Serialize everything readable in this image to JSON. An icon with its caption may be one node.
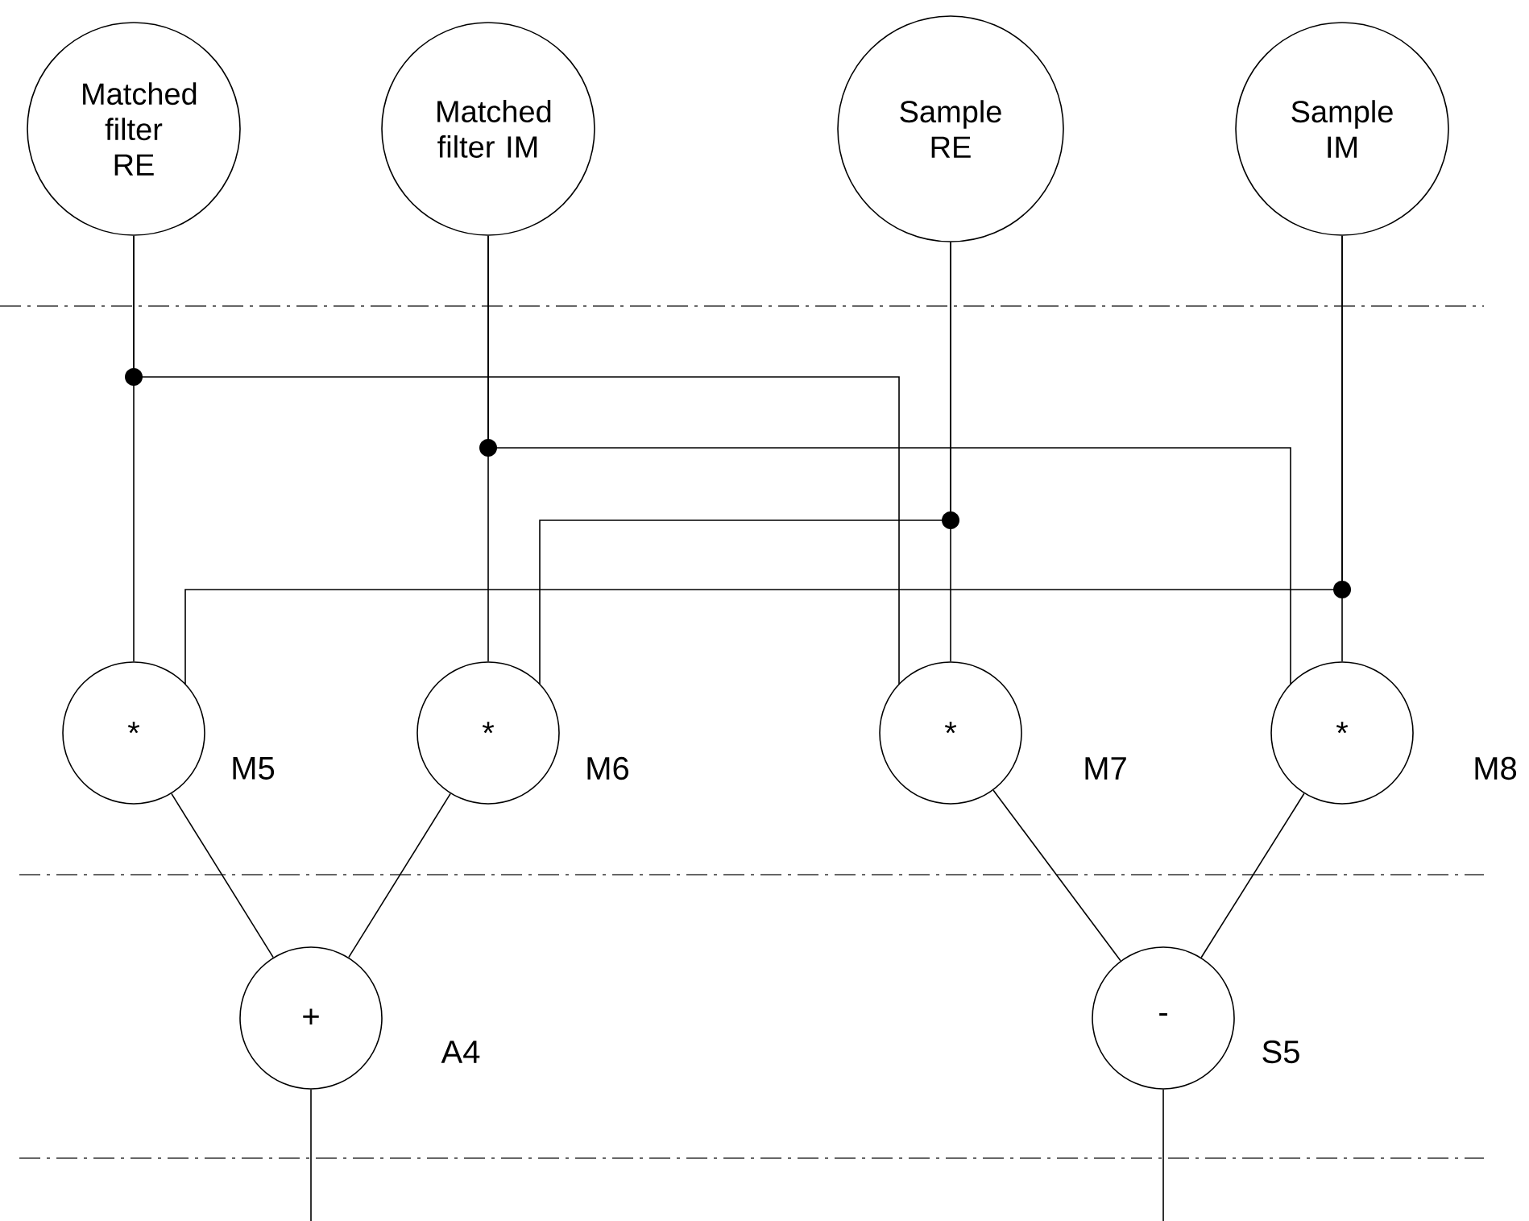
{
  "diagram": {
    "nodes": [
      {
        "text": [
          "Matched filter RE"
        ]
      },
      {
        "text": [
          "Matched filter IM"
        ]
      },
      {
        "text": [
          "Sample RE"
        ]
      },
      {
        "text": [
          "Sample IM"
        ]
      },
      {
        "text": [
          "*"
        ],
        "beside": [
          "M5"
        ]
      },
      {
        "text": [
          "*"
        ],
        "beside": [
          "M6"
        ]
      },
      {
        "text": [
          "*"
        ],
        "beside": [
          "M7"
        ]
      },
      {
        "text": [
          "*"
        ],
        "beside": [
          "M8"
        ]
      },
      {
        "text": [
          "+"
        ],
        "beside": [
          "A4"
        ]
      },
      {
        "text": [
          "-"
        ],
        "beside": [
          "S5"
        ]
      }
    ],
    "edges": [
      {
        "from": 0,
        "to": 4,
        "arrow": "none"
      },
      {
        "from": 0,
        "to": 6,
        "arrow": "none"
      },
      {
        "from": 1,
        "to": 5,
        "arrow": "none"
      },
      {
        "from": 1,
        "to": 7,
        "arrow": "none"
      },
      {
        "from": 2,
        "to": 6,
        "arrow": "none"
      },
      {
        "from": 2,
        "to": 5,
        "arrow": "none"
      },
      {
        "from": 3,
        "to": 7,
        "arrow": "none"
      },
      {
        "from": 3,
        "to": 4,
        "arrow": "none"
      },
      {
        "from": 4,
        "to": 8,
        "arrow": "none"
      },
      {
        "from": 5,
        "to": 8,
        "arrow": "none"
      },
      {
        "from": 6,
        "to": 9,
        "arrow": "none"
      },
      {
        "from": 7,
        "to": 9,
        "arrow": "none"
      },
      {
        "from": 8,
        "to": null,
        "arrow": "none"
      },
      {
        "from": 9,
        "to": null,
        "arrow": "none"
      }
    ]
  }
}
